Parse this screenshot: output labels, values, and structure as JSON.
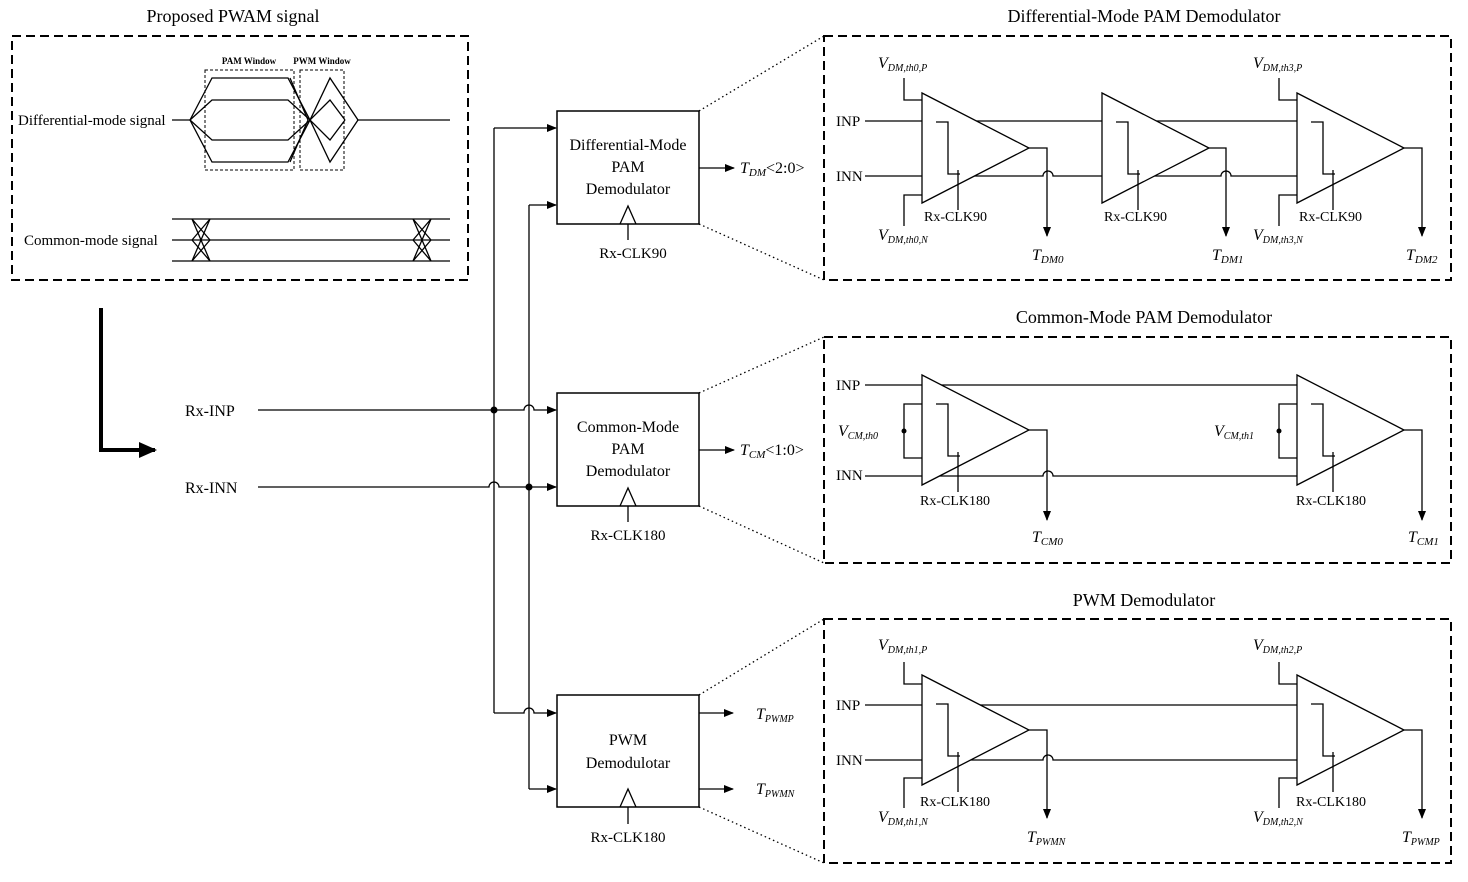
{
  "signal_panel": {
    "title": "Proposed PWAM signal",
    "pam_window": "PAM Window",
    "pwm_window": "PWM Window",
    "dm_label": "Differential-mode signal",
    "cm_label": "Common-mode signal"
  },
  "inputs": {
    "inp": "Rx-INP",
    "inn": "Rx-INN"
  },
  "blocks": {
    "dm": {
      "line1": "Differential-Mode",
      "line2": "PAM",
      "line3": "Demodulator",
      "clk": "Rx-CLK90"
    },
    "cm": {
      "line1": "Common-Mode",
      "line2": "PAM",
      "line3": "Demodulator",
      "clk": "Rx-CLK180"
    },
    "pwm": {
      "line1": "PWM",
      "line2": "Demodulotar",
      "clk": "Rx-CLK180"
    }
  },
  "outputs": {
    "dm": {
      "main": "T",
      "sub": "DM",
      "rest": "<2:0>"
    },
    "cm": {
      "main": "T",
      "sub": "CM",
      "rest": "<1:0>"
    },
    "pwmp": {
      "main": "T",
      "sub": "PWMP"
    },
    "pwmn": {
      "main": "T",
      "sub": "PWMN"
    }
  },
  "details": {
    "dm": {
      "title": "Differential-Mode PAM Demodulator",
      "inp": "INP",
      "inn": "INN",
      "clk": "Rx-CLK90",
      "vth0p": {
        "main": "V",
        "sub": "DM,th0,P"
      },
      "vth0n": {
        "main": "V",
        "sub": "DM,th0,N"
      },
      "vth3p": {
        "main": "V",
        "sub": "DM,th3,P"
      },
      "vth3n": {
        "main": "V",
        "sub": "DM,th3,N"
      },
      "out0": {
        "main": "T",
        "sub": "DM0"
      },
      "out1": {
        "main": "T",
        "sub": "DM1"
      },
      "out2": {
        "main": "T",
        "sub": "DM2"
      }
    },
    "cm": {
      "title": "Common-Mode PAM Demodulator",
      "inp": "INP",
      "inn": "INN",
      "clk": "Rx-CLK180",
      "vth0": {
        "main": "V",
        "sub": "CM,th0"
      },
      "vth1": {
        "main": "V",
        "sub": "CM,th1"
      },
      "out0": {
        "main": "T",
        "sub": "CM0"
      },
      "out1": {
        "main": "T",
        "sub": "CM1"
      }
    },
    "pwm": {
      "title": "PWM Demodulator",
      "inp": "INP",
      "inn": "INN",
      "clk": "Rx-CLK180",
      "vth1p": {
        "main": "V",
        "sub": "DM,th1,P"
      },
      "vth1n": {
        "main": "V",
        "sub": "DM,th1,N"
      },
      "vth2p": {
        "main": "V",
        "sub": "DM,th2,P"
      },
      "vth2n": {
        "main": "V",
        "sub": "DM,th2,N"
      },
      "out_n": {
        "main": "T",
        "sub": "PWMN"
      },
      "out_p": {
        "main": "T",
        "sub": "PWMP"
      }
    }
  }
}
